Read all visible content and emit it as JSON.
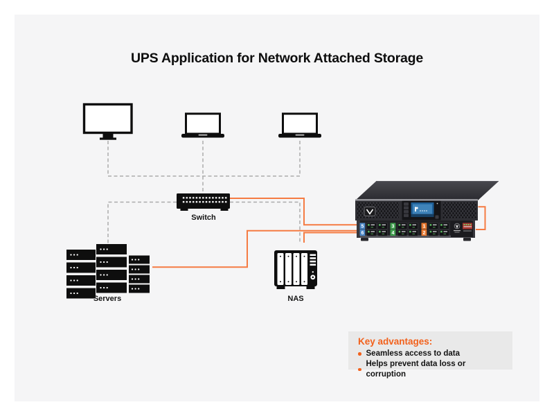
{
  "title": "UPS Application for Network Attached Storage",
  "labels": {
    "switch": "Switch",
    "servers": "Servers",
    "nas": "NAS"
  },
  "icons": {
    "desktop": "desktop-monitor-icon",
    "laptop": "laptop-icon",
    "switch": "network-switch-icon",
    "servers": "server-stack-icon",
    "nas": "nas-icon",
    "ups": "ups-device-image"
  },
  "ups": {
    "outlet_numbers": [
      "5",
      "6",
      "3",
      "4",
      "1",
      "2"
    ]
  },
  "key_advantages": {
    "heading": "Key advantages:",
    "items": [
      "Seamless access to data",
      "Helps prevent data loss or corruption"
    ]
  },
  "colors": {
    "accent_orange": "#F2611C",
    "line_orange": "#F57B42",
    "dashed_gray": "#ABABAB",
    "panel_bg": "#F5F5F6",
    "box_bg": "#E9E9E9",
    "device_black": "#0E0E0E",
    "ups_screen_blue": "#3F83B9"
  }
}
